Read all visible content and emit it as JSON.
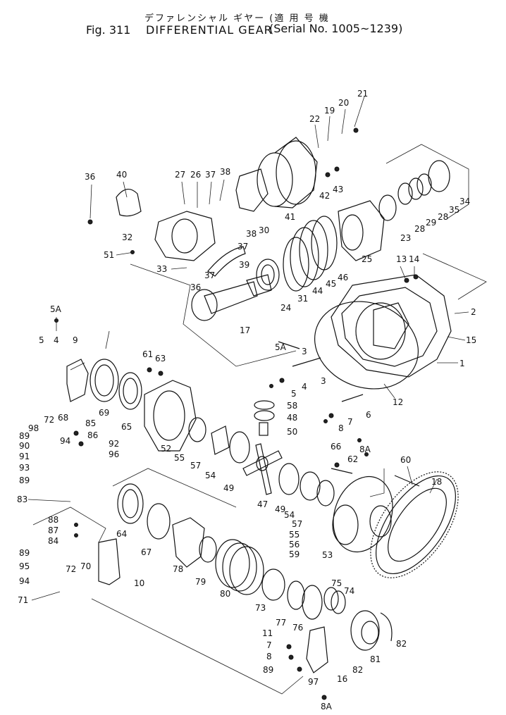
{
  "header": {
    "jp_title": "デファレンシャル ギヤー (適 用 号 機",
    "fig_label": "Fig. 311",
    "title": "DIFFERENTIAL GEAR",
    "serial": "(Serial No. 1005~1239)"
  },
  "labels": [
    "1",
    "2",
    "3",
    "3",
    "4",
    "4",
    "5",
    "5",
    "5A",
    "5A",
    "6",
    "7",
    "7",
    "8",
    "8",
    "8A",
    "8A",
    "9",
    "10",
    "11",
    "12",
    "13",
    "14",
    "15",
    "16",
    "17",
    "18",
    "19",
    "20",
    "21",
    "22",
    "23",
    "24",
    "25",
    "26",
    "27",
    "28",
    "28",
    "29",
    "30",
    "31",
    "32",
    "33",
    "34",
    "35",
    "36",
    "36",
    "37",
    "37",
    "37",
    "38",
    "38",
    "39",
    "40",
    "41",
    "42",
    "43",
    "44",
    "45",
    "46",
    "47",
    "48",
    "49",
    "49",
    "50",
    "51",
    "52",
    "53",
    "54",
    "54",
    "55",
    "55",
    "56",
    "57",
    "57",
    "58",
    "59",
    "60",
    "61",
    "62",
    "63",
    "64",
    "65",
    "66",
    "67",
    "68",
    "69",
    "70",
    "71",
    "72",
    "72",
    "73",
    "74",
    "75",
    "76",
    "77",
    "78",
    "79",
    "80",
    "81",
    "82",
    "82",
    "83",
    "84",
    "85",
    "86",
    "87",
    "88",
    "89",
    "89",
    "89",
    "89",
    "90",
    "91",
    "92",
    "93",
    "94",
    "94",
    "95",
    "96",
    "97",
    "98"
  ]
}
